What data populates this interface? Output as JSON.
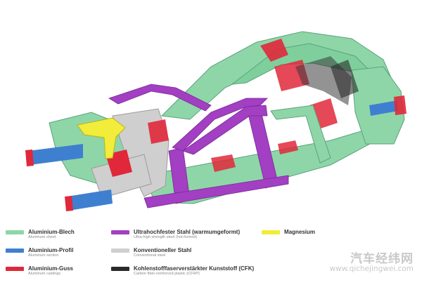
{
  "colors": {
    "aluminium_sheet": "#8ed6a8",
    "aluminium_section": "#3f7fd0",
    "aluminium_cast": "#e0283a",
    "ultra_high_strength_steel": "#a23fc2",
    "conventional_steel": "#cfcfcf",
    "cfrp": "#2a2a2a",
    "magnesium": "#f2ec3a"
  },
  "legend": [
    {
      "label": "Aluminium-Blech",
      "sub": "Aluminum sheet",
      "color": "#8ed6a8"
    },
    {
      "label": "Aluminium-Profil",
      "sub": "Aluminum section",
      "color": "#3f7fd0"
    },
    {
      "label": "Aluminium-Guss",
      "sub": "Aluminum castings",
      "color": "#e0283a"
    },
    {
      "label": "Ultrahochfester Stahl (warmumgeformt)",
      "sub": "Ultra-high strength steel (hot-formed)",
      "color": "#a23fc2"
    },
    {
      "label": "Konventioneller Stahl",
      "sub": "Conventional steel",
      "color": "#cfcfcf"
    },
    {
      "label": "Kohlenstofffaserverstärkter Kunststoff (CFK)",
      "sub": "Carbon fiber-reinforced plastic (CFRP)",
      "color": "#2a2a2a"
    },
    {
      "label": "Magnesium",
      "sub": "",
      "color": "#f2ec3a"
    }
  ],
  "watermark": {
    "name": "汽车经纬网",
    "url": "www.qichejingwei.com"
  }
}
